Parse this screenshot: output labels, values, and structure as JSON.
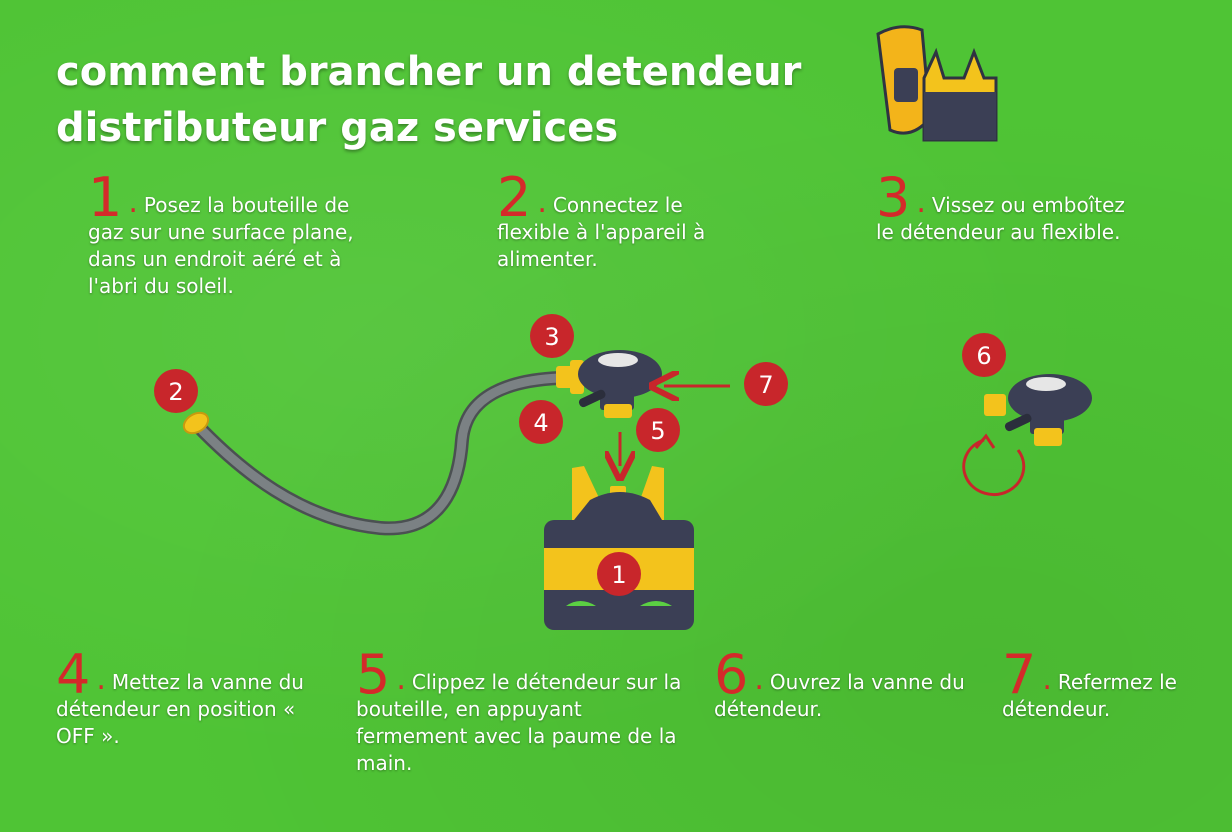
{
  "title": {
    "line1": "comment brancher un detendeur",
    "line2": "distributeur gaz services"
  },
  "steps": [
    {
      "num": "1",
      "dot": ".",
      "text": "Posez la bouteille de gaz sur une surface plane, dans un endroit aéré et à l'abri du soleil."
    },
    {
      "num": "2",
      "dot": ".",
      "text": "Connectez le flexible à l'appareil à alimenter."
    },
    {
      "num": "3",
      "dot": ".",
      "text": "Vissez ou emboîtez le détendeur au flexible."
    },
    {
      "num": "4",
      "dot": ".",
      "text": "Mettez la vanne du détendeur en position « OFF »."
    },
    {
      "num": "5",
      "dot": ".",
      "text": "Clippez le détendeur sur la bouteille, en appuyant fermement avec la paume de la main."
    },
    {
      "num": "6",
      "dot": ".",
      "text": "Ouvrez la vanne du détendeur."
    },
    {
      "num": "7",
      "dot": ".",
      "text": "Refermez le détendeur."
    }
  ],
  "badges": [
    "1",
    "2",
    "3",
    "4",
    "5",
    "6",
    "7"
  ],
  "colors": {
    "background": "#4fc435",
    "step_number": "#d42a2a",
    "badge": "#c8262b",
    "bottle_yellow": "#f3c31c",
    "bottle_dark": "#3b3f55",
    "hose": "#6b7174"
  }
}
